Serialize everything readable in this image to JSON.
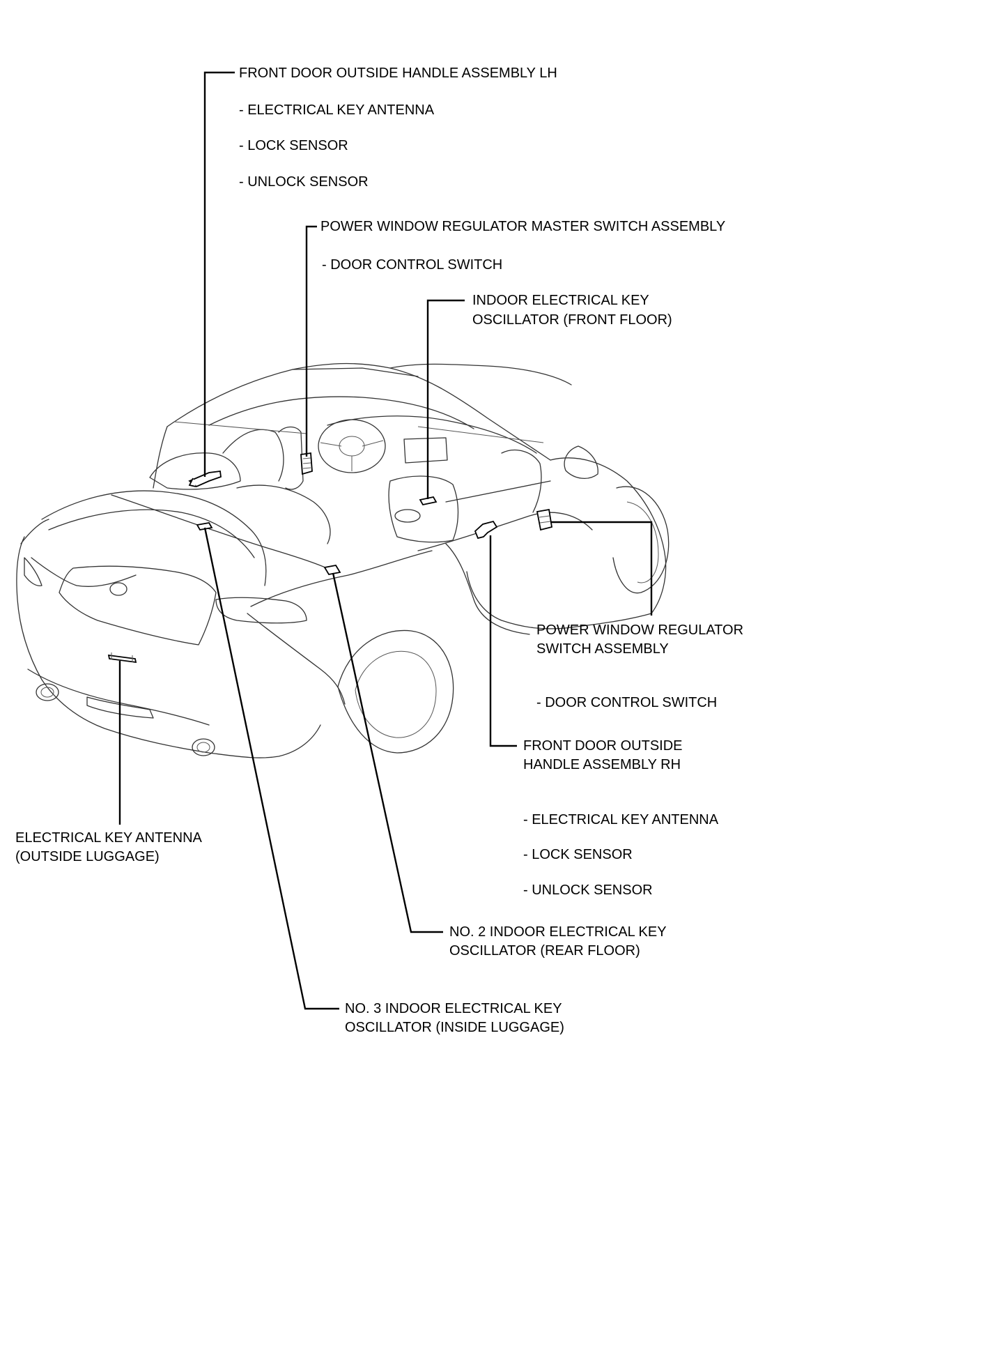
{
  "callouts": {
    "fd_lh": {
      "title": "FRONT DOOR OUTSIDE HANDLE ASSEMBLY LH",
      "items": [
        "- ELECTRICAL KEY ANTENNA",
        "- LOCK SENSOR",
        "- UNLOCK SENSOR"
      ]
    },
    "pw_master": {
      "title": "POWER WINDOW REGULATOR MASTER SWITCH ASSEMBLY",
      "items": [
        "- DOOR CONTROL SWITCH"
      ]
    },
    "indoor_front": {
      "line1": "INDOOR ELECTRICAL KEY",
      "line2": "OSCILLATOR (FRONT FLOOR)"
    },
    "pw_switch": {
      "line1": "POWER WINDOW REGULATOR",
      "line2": "SWITCH ASSEMBLY",
      "items": [
        "- DOOR CONTROL SWITCH"
      ]
    },
    "fd_rh": {
      "line1": "FRONT DOOR OUTSIDE",
      "line2": "HANDLE ASSEMBLY RH",
      "items": [
        "- ELECTRICAL KEY ANTENNA",
        "- LOCK SENSOR",
        "- UNLOCK SENSOR"
      ]
    },
    "outside_luggage": {
      "line1": "ELECTRICAL KEY ANTENNA",
      "line2": "(OUTSIDE LUGGAGE)"
    },
    "no2": {
      "line1": "NO. 2 INDOOR ELECTRICAL KEY",
      "line2": "OSCILLATOR (REAR FLOOR)"
    },
    "no3": {
      "line1": "NO. 3 INDOOR ELECTRICAL KEY",
      "line2": "OSCILLATOR (INSIDE LUGGAGE)"
    }
  }
}
